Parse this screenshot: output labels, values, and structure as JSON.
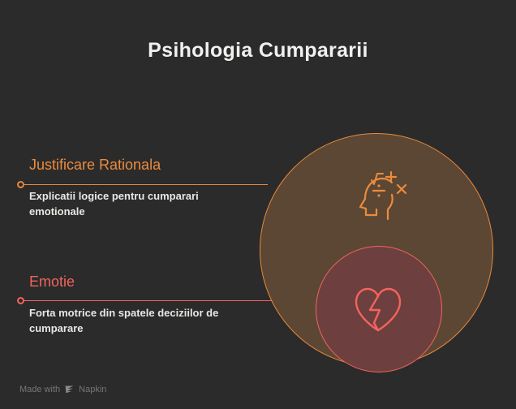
{
  "page": {
    "title": "Psihologia Cumpararii",
    "background_color": "#2b2b2b"
  },
  "diagram": {
    "type": "nested-circles",
    "outer": {
      "label": "Justificare Rationala",
      "fill_color": "#5c4734",
      "stroke_color": "#e8893a",
      "icon": "head-with-math-symbols-icon"
    },
    "inner": {
      "label": "Emotie",
      "fill_color": "#6d3f3f",
      "stroke_color": "#f2645c",
      "icon": "broken-heart-icon"
    }
  },
  "items": [
    {
      "heading": "Justificare Rationala",
      "description": "Explicatii logice pentru cumparari emotionale",
      "color": "#ec8b3c"
    },
    {
      "heading": "Emotie",
      "description": "Forta motrice din spatele deciziilor de cumparare",
      "color": "#f2645c"
    }
  ],
  "watermark": {
    "prefix": "Made with",
    "brand": "Napkin"
  }
}
